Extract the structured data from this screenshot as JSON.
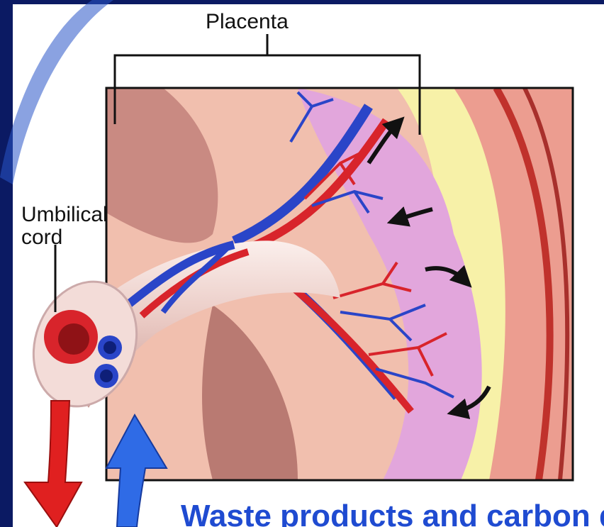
{
  "labels": {
    "placenta": "Placenta",
    "umbilical_line1": "Umbilical",
    "umbilical_line2": "cord"
  },
  "caption": "Waste products and carbon dioxide",
  "colors": {
    "background": "#0b1a63",
    "artery_red": "#d8242b",
    "vein_blue": "#2a45c8",
    "intervillous_pink": "#e2a6dc",
    "decidua_yellow": "#f7f1a8",
    "tissue_pink": "#f1bfae",
    "cord_sheath": "#f3dcd8",
    "arrow_blue": "#1f4bd1"
  }
}
